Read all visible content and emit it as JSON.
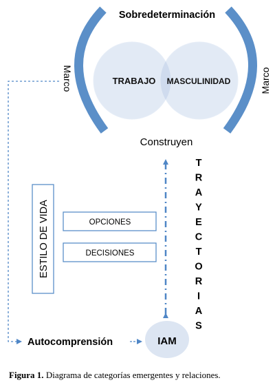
{
  "diagram": {
    "top_label": "Sobredeterminación",
    "frame_left": "Marco",
    "frame_right": "Marco",
    "circle_left": "TRABAJO",
    "circle_right": "MASCULINIDAD",
    "construct_label": "Construyen",
    "estilo_vida": "ESTILO DE VIDA",
    "opciones": "OPCIONES",
    "decisiones": "DECISIONES",
    "trayectorias": "TRAYECTORIAS",
    "autocomprension": "Autocomprensión",
    "iam": "IAM"
  },
  "caption": {
    "label": "Figura 1.",
    "text": " Diagrama de categorías emergentes y relaciones."
  },
  "colors": {
    "arc_blue": "#5b8fc8",
    "arrow_blue": "#4f86c6",
    "circle_fill": "#dde6f3",
    "iam_fill": "#dce5f2",
    "text_dark": "#000000"
  }
}
